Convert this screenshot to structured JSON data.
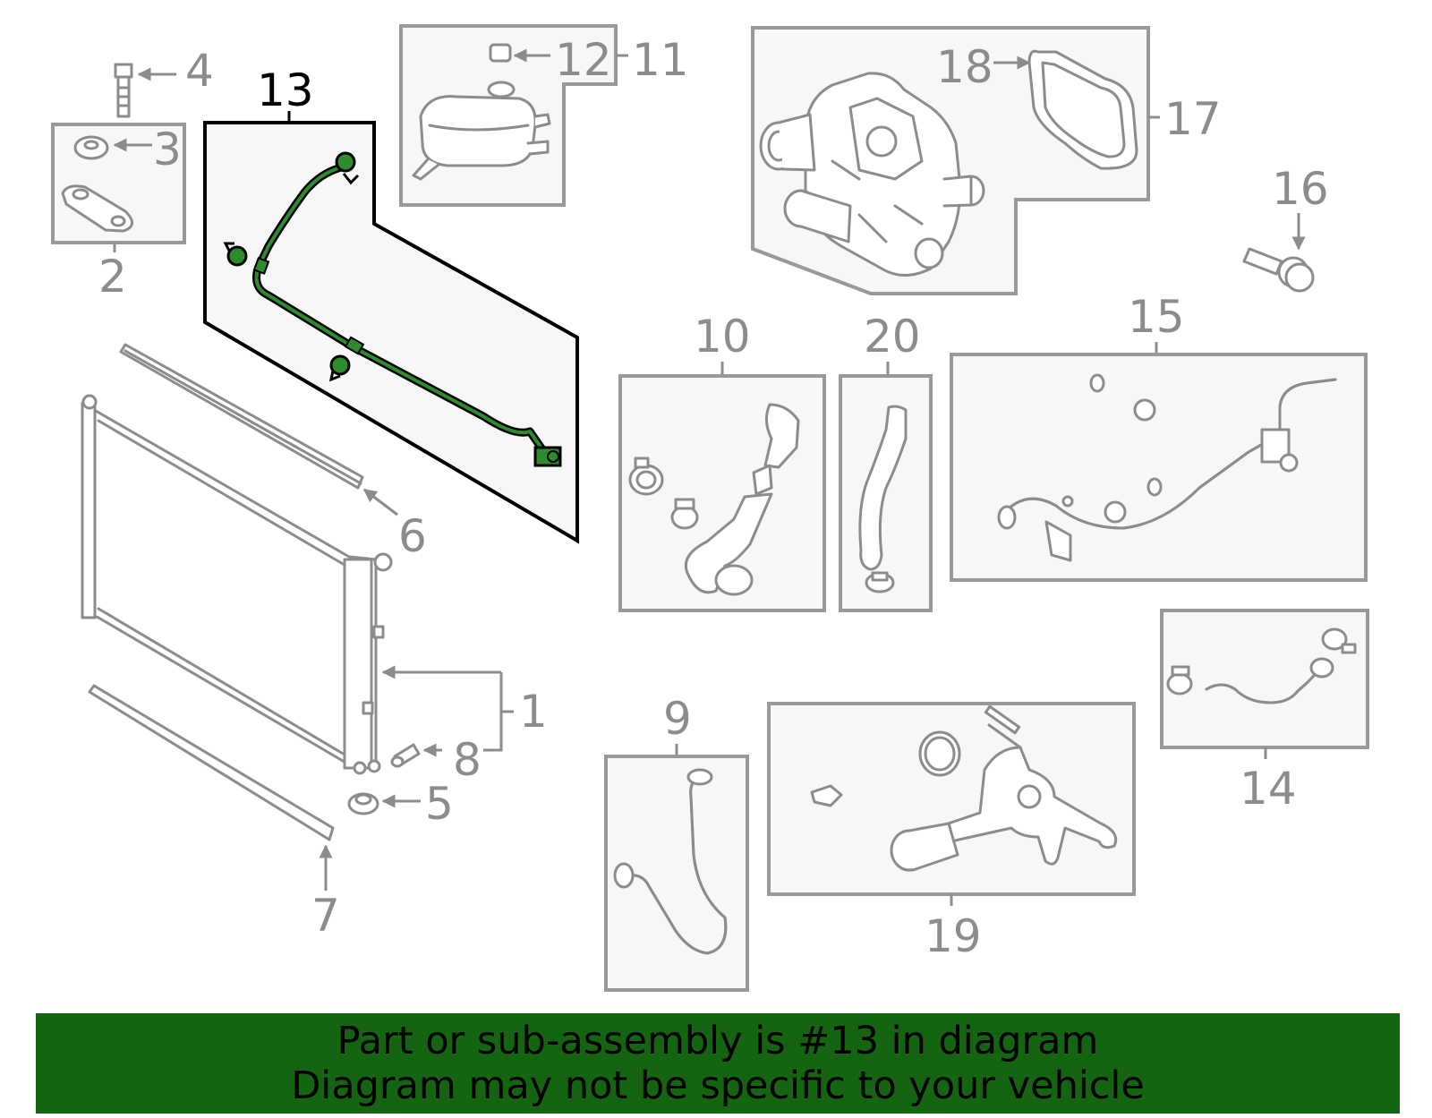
{
  "callouts": {
    "c1": "1",
    "c2": "2",
    "c3": "3",
    "c4": "4",
    "c5": "5",
    "c6": "6",
    "c7": "7",
    "c8": "8",
    "c9": "9",
    "c10": "10",
    "c11": "11",
    "c12": "12",
    "c13": "13",
    "c14": "14",
    "c15": "15",
    "c16": "16",
    "c17": "17",
    "c18": "18",
    "c19": "19",
    "c20": "20"
  },
  "highlighted_part": "13",
  "banner": {
    "line1": "Part or sub-assembly is #13 in diagram",
    "line2": "Diagram may not be specific to your vehicle"
  },
  "colors": {
    "banner_bg": "#156412",
    "highlight_part": "#1e7a1e",
    "inactive": "#8c8c8c",
    "active": "#000000"
  }
}
